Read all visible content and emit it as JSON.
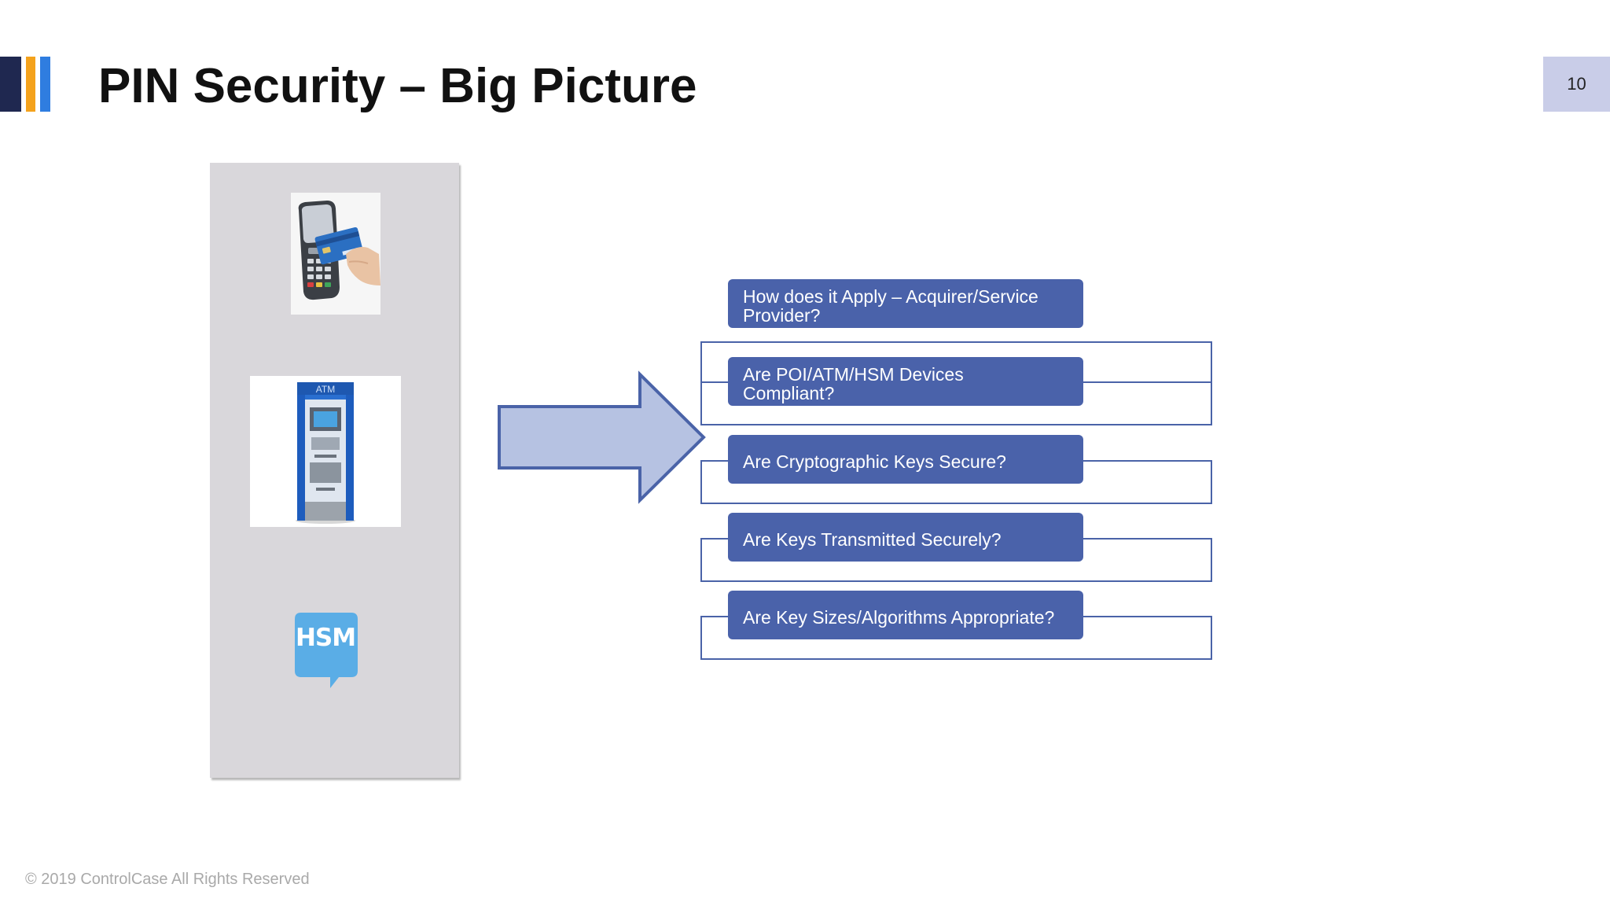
{
  "colors": {
    "brand_dark": "#1f2850",
    "brand_orange": "#f4a21c",
    "brand_blue": "#2f7de0",
    "page_badge_bg": "#c9cde8",
    "question_fill": "#4a62aa",
    "arrow_fill": "#b6c2e2",
    "arrow_stroke": "#4a63a8",
    "panel_bg": "#d9d7db",
    "hsm_blue": "#5aade6"
  },
  "header": {
    "title": "PIN Security – Big Picture",
    "page_number": "10"
  },
  "devices": {
    "atm_label": "ATM",
    "hsm_label": "HSM"
  },
  "questions": [
    "How does it Apply – Acquirer/Service Provider?",
    "Are POI/ATM/HSM Devices Compliant?",
    "Are Cryptographic Keys Secure?",
    "Are Keys Transmitted Securely?",
    "Are Key Sizes/Algorithms Appropriate?"
  ],
  "footer": {
    "copyright": "© 2019 ControlCase All Rights Reserved"
  }
}
